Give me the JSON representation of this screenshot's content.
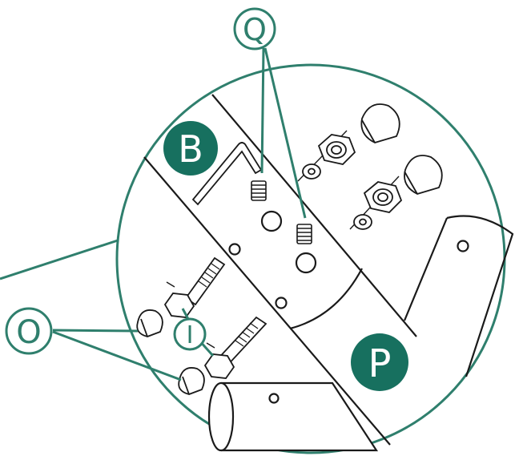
{
  "labels": {
    "q": "Q",
    "b": "B",
    "o": "O",
    "i": "I",
    "p": "P"
  },
  "colors": {
    "accent": "#2f7f6d",
    "badge_fill": "#17705f",
    "ink": "#1a1a1a",
    "background": "#ffffff"
  },
  "icons": {
    "hex_key": "allen-wrench-icon",
    "set_screw": "set-screw-icon",
    "bolt": "hex-bolt-icon",
    "cap_nut": "acorn-cap-nut-icon",
    "lock_nut": "hex-lock-nut-icon",
    "washer": "washer-icon",
    "tube": "tube-icon",
    "bracket": "bracket-plate-icon"
  }
}
